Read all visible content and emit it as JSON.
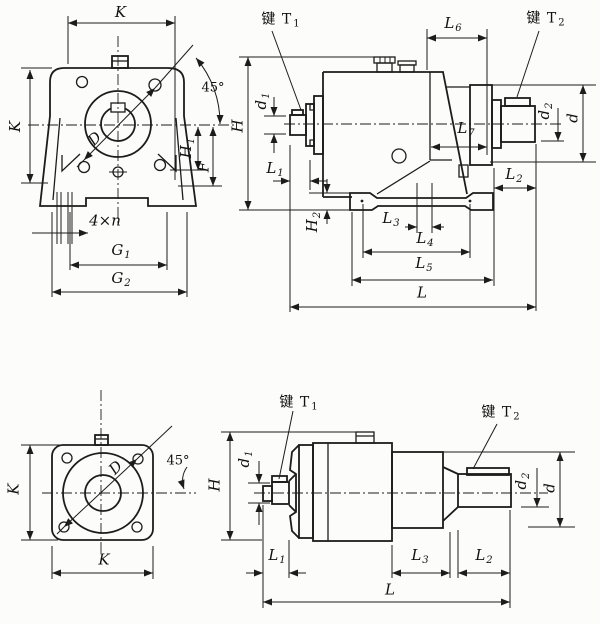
{
  "drawing": {
    "background": "#fcfcfa",
    "ink": "#1c1c1c",
    "views": {
      "v1": {
        "labels": {
          "k_top": {
            "b": "K"
          },
          "k_left": {
            "b": "K"
          },
          "angle": {
            "b": "45°"
          },
          "d_big": {
            "b": "D"
          },
          "h1": {
            "b": "H",
            "s": "1"
          },
          "f": {
            "b": "F"
          },
          "holes": {
            "b": "4×n"
          },
          "g1": {
            "b": "G",
            "s": "1"
          },
          "g2": {
            "b": "G",
            "s": "2"
          }
        }
      },
      "v2": {
        "labels": {
          "key_t1": {
            "b": "键 T",
            "s": "1"
          },
          "key_t2": {
            "b": "键 T",
            "s": "2"
          },
          "l6": {
            "b": "L",
            "s": "6"
          },
          "d1": {
            "b": "d",
            "s": "1"
          },
          "h": {
            "b": "H"
          },
          "l7": {
            "b": "L",
            "s": "7"
          },
          "d2": {
            "b": "d",
            "s": "2"
          },
          "d": {
            "b": "d"
          },
          "l1": {
            "b": "L",
            "s": "1"
          },
          "l2": {
            "b": "L",
            "s": "2"
          },
          "h2": {
            "b": "H",
            "s": "2"
          },
          "l3": {
            "b": "L",
            "s": "3"
          },
          "l4": {
            "b": "L",
            "s": "4"
          },
          "l5": {
            "b": "L",
            "s": "5"
          },
          "l": {
            "b": "L"
          }
        }
      },
      "v3": {
        "labels": {
          "k_left": {
            "b": "K"
          },
          "d_big": {
            "b": "D"
          },
          "angle": {
            "b": "45°"
          },
          "k_bottom": {
            "b": "K"
          }
        }
      },
      "v4": {
        "labels": {
          "key_t1": {
            "b": "键 T",
            "s": "1"
          },
          "key_t2": {
            "b": "键 T",
            "s": "2"
          },
          "d1": {
            "b": "d",
            "s": "1"
          },
          "h": {
            "b": "H"
          },
          "d2": {
            "b": "d",
            "s": "2"
          },
          "d": {
            "b": "d"
          },
          "l1": {
            "b": "L",
            "s": "1"
          },
          "l3": {
            "b": "L",
            "s": "3"
          },
          "l2": {
            "b": "L",
            "s": "2"
          },
          "l": {
            "b": "L"
          }
        }
      }
    }
  }
}
